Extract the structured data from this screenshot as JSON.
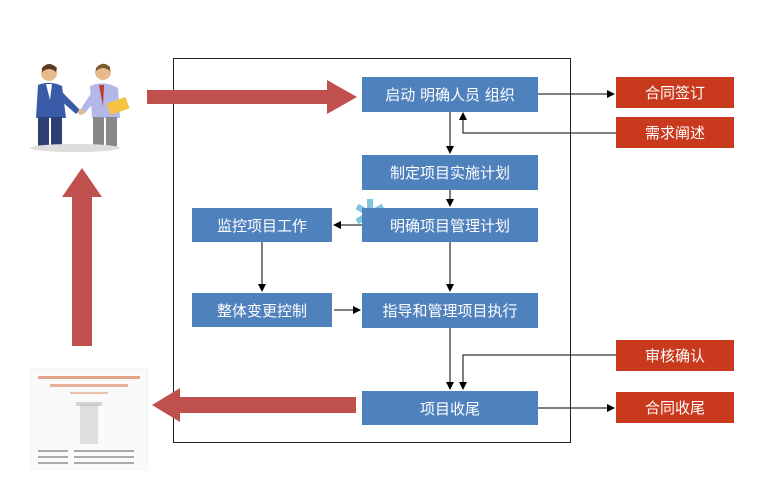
{
  "nodes": {
    "start": "启动  明确人员 组织",
    "plan_impl": "制定项目实施计划",
    "plan_mgmt": "明确项目管理计划",
    "monitor": "监控项目工作",
    "change_ctrl": "整体变更控制",
    "direct_manage": "指导和管理项目执行",
    "close": "项目收尾"
  },
  "side_boxes": {
    "contract_sign": "合同签订",
    "requirements": "需求阐述",
    "review": "审核确认",
    "contract_close": "合同收尾"
  },
  "colors": {
    "process_box": "#4f81bd",
    "side_box": "#c8391d",
    "big_arrow": "#c0504d",
    "star": "#7fc6e3"
  },
  "icons": {
    "handshake": "handshake-people-icon",
    "report": "report-document-icon",
    "star": "asterisk-star-icon"
  }
}
